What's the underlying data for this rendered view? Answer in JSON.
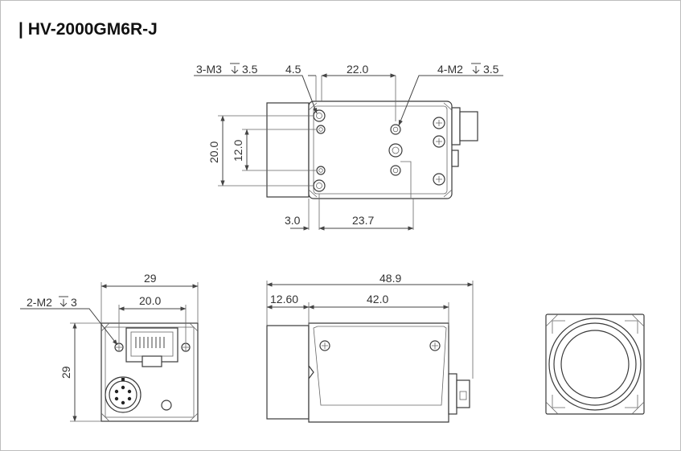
{
  "title": "| HV-2000GM6R-J",
  "top_view": {
    "callout_left": "3-M3",
    "callout_left_depth": "3.5",
    "callout_right": "4-M2",
    "callout_right_depth": "3.5",
    "dim_top_left": "4.5",
    "dim_top_right": "22.0",
    "dim_height_outer": "20.0",
    "dim_height_inner": "12.0",
    "dim_bottom_left": "3.0",
    "dim_bottom_right": "23.7"
  },
  "back_view": {
    "callout": "2-M2",
    "callout_depth": "3",
    "dim_width": "29",
    "dim_inner": "20.0",
    "dim_height": "29"
  },
  "side_view": {
    "dim_total": "48.9",
    "dim_lens": "12.60",
    "dim_body": "42.0"
  }
}
